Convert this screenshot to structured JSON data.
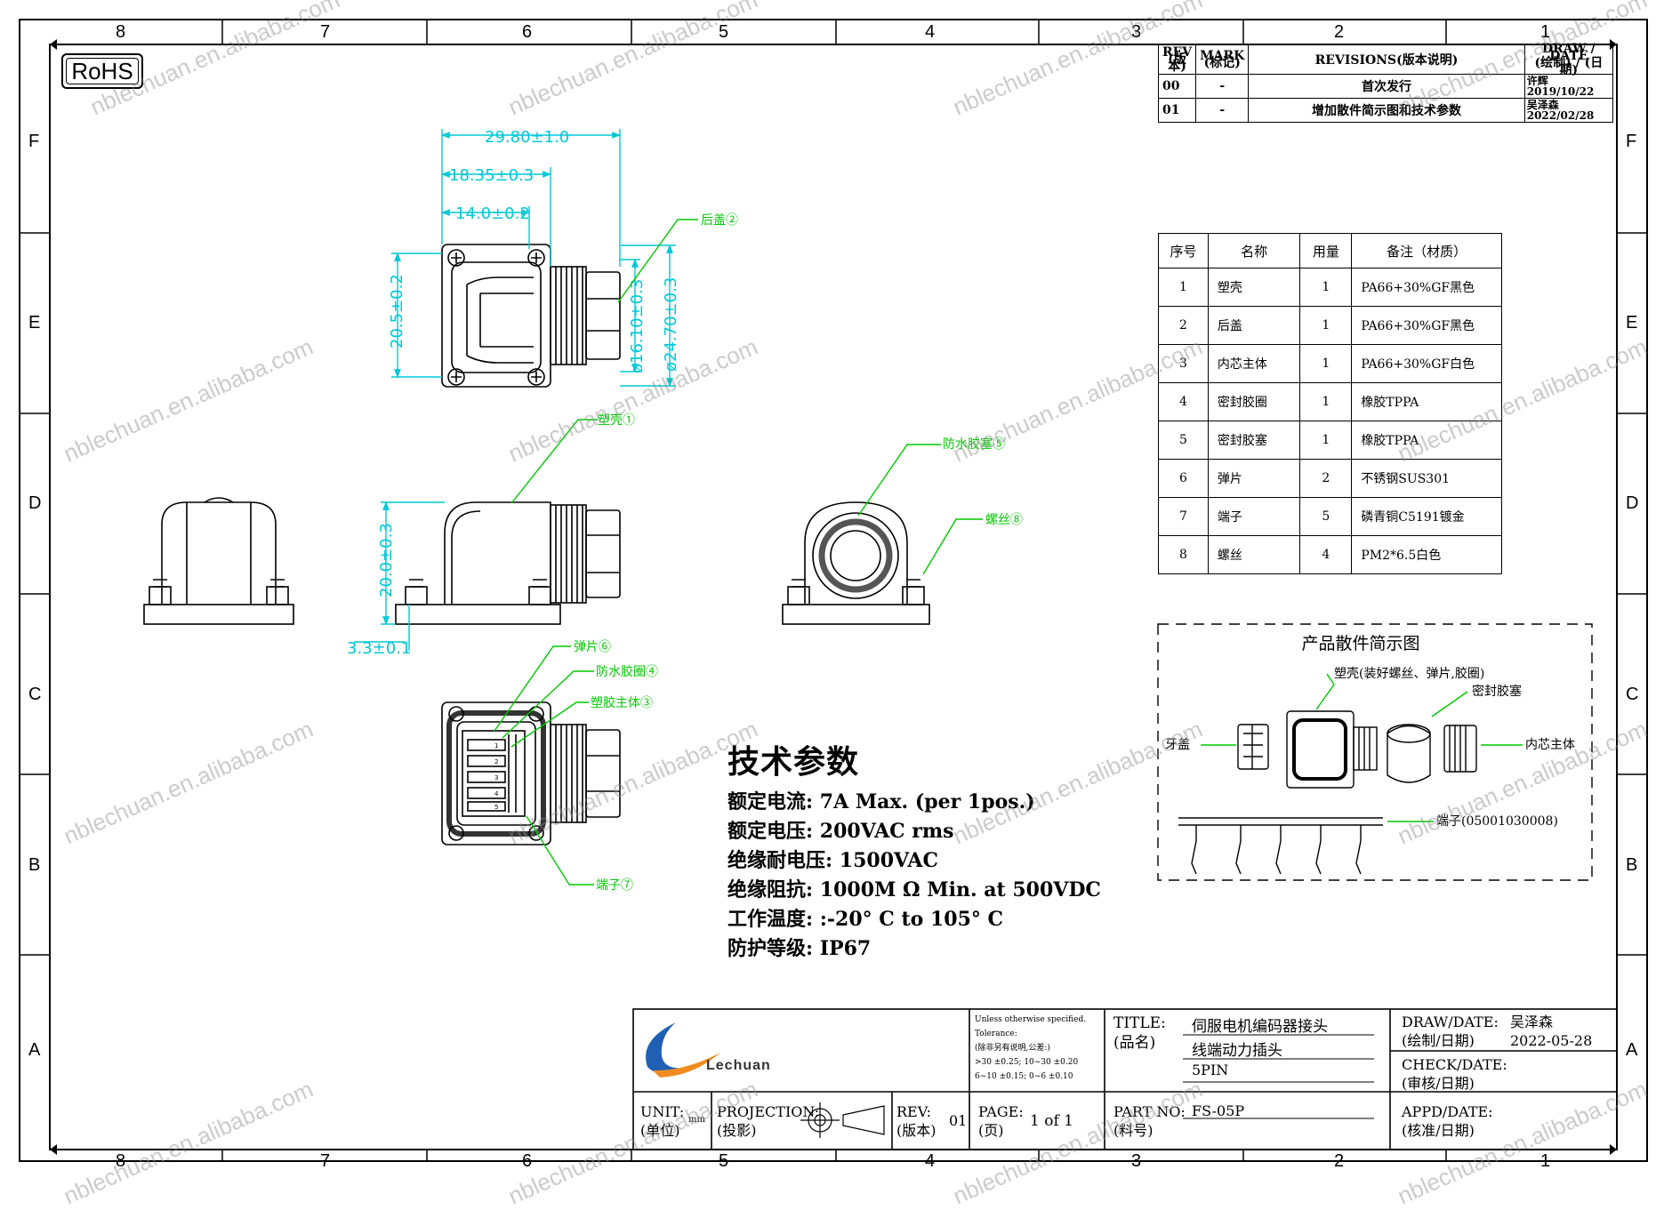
{
  "zones": {
    "columns": [
      "8",
      "7",
      "6",
      "5",
      "4",
      "3",
      "2",
      "1"
    ],
    "rows": [
      "F",
      "E",
      "D",
      "C",
      "B",
      "A"
    ]
  },
  "rohs": "RoHS",
  "revisions": {
    "h_rev": "REV\n(版本)",
    "h_mark": "MARK\n(标记)",
    "h_title": "REVISIONS(版本说明)",
    "h_drawn": "DRAW / DATE\n(绘制) / (日期)",
    "rows": [
      {
        "rev": "00",
        "mark": "-",
        "desc": "首次发行",
        "name": "许辉",
        "date": "2019/10/22"
      },
      {
        "rev": "01",
        "mark": "-",
        "desc": "增加散件简示图和技术参数",
        "name": "吴泽森",
        "date": "2022/02/28"
      }
    ]
  },
  "bom": {
    "headers": [
      "序号",
      "名称",
      "用量",
      "备注（材质）"
    ],
    "rows": [
      [
        "1",
        "塑壳",
        "1",
        "PA66+30%GF黑色"
      ],
      [
        "2",
        "后盖",
        "1",
        "PA66+30%GF黑色"
      ],
      [
        "3",
        "内芯主体",
        "1",
        "PA66+30%GF白色"
      ],
      [
        "4",
        "密封胶圈",
        "1",
        "橡胶TPPA"
      ],
      [
        "5",
        "密封胶塞",
        "1",
        "橡胶TPPA"
      ],
      [
        "6",
        "弹片",
        "2",
        "不锈钢SUS301"
      ],
      [
        "7",
        "端子",
        "5",
        "磷青铜C5191镀金"
      ],
      [
        "8",
        "螺丝",
        "4",
        "PM2*6.5白色"
      ]
    ]
  },
  "dims": {
    "d1": "29.80±1.0",
    "d2": "18.35±0.3",
    "d3": "14.0±0.2",
    "d4": "20.5±0.2",
    "d5": "ø16.10±0.3",
    "d6": "ø24.70±0.3",
    "d7": "20.0±0.3",
    "d8": "3.3±0.1"
  },
  "callouts": {
    "c2": "后盖②",
    "c1": "塑壳①",
    "c5": "防水胶塞⑤",
    "c8": "螺丝⑧",
    "c6": "弹片⑥",
    "c4": "防水胶圈④",
    "c3": "塑胶主体③",
    "c7": "端子⑦"
  },
  "pin_labels": [
    "1",
    "2",
    "3",
    "4",
    "5"
  ],
  "exploded": {
    "title": "产品散件简示图",
    "shell": "塑壳(装好螺丝、弹片,胶圈)",
    "plug": "密封胶塞",
    "cap": "牙盖",
    "core": "内芯主体",
    "terminal": "端子(05001030008)"
  },
  "tech": {
    "title": "技术参数",
    "rows": [
      "额定电流: 7A Max. (per 1pos.)",
      "额定电压: 200VAC rms",
      "绝缘耐电压: 1500VAC",
      "绝缘阻抗: 1000M Ω Min. at 500VDC",
      "工作温度: :-20° C to 105° C",
      "防护等级: IP67"
    ]
  },
  "titleblock": {
    "company": "Lechuan",
    "tol_1": "Unless otherwise specified.",
    "tol_2": "Tolerance:",
    "tol_3": "(除非另有说明,公差:)",
    "tol_4": ">30  ±0.25; 10~30  ±0.20",
    "tol_5": "6~10  ±0.15;  0~6  ±0.10",
    "title_label": "TITLE:",
    "title_label_cn": "(品名)",
    "title_1": "伺服电机编码器接头",
    "title_2": "线端动力插头",
    "title_3": "5PIN",
    "draw_label": "DRAW/DATE:",
    "draw_label_cn": "(绘制/日期)",
    "draw_name": "吴泽森",
    "draw_date": "2022-05-28",
    "check_label": "CHECK/DATE:",
    "check_label_cn": "(审核/日期)",
    "appd_label": "APPD/DATE:",
    "appd_label_cn": "(核准/日期)",
    "unit_label": "UNIT:",
    "unit_label_cn": "(单位)",
    "unit": "mm",
    "proj_label": "PROJECTION:",
    "proj_label_cn": "(投影)",
    "rev_label": "REV:",
    "rev_label_cn": "(版本)",
    "rev": "01",
    "page_label": "PAGE:",
    "page_label_cn": "(页)",
    "page": "1 of 1",
    "part_label": "PART NO:",
    "part_label_cn": "(料号)",
    "part_no": "FS-05P"
  },
  "watermark": "nblechuan.en.alibaba.com",
  "colors": {
    "dimension": "#00c8d8",
    "callout": "#00c800",
    "logo_blue": "#1f5fb4",
    "logo_orange": "#f08c1e"
  }
}
